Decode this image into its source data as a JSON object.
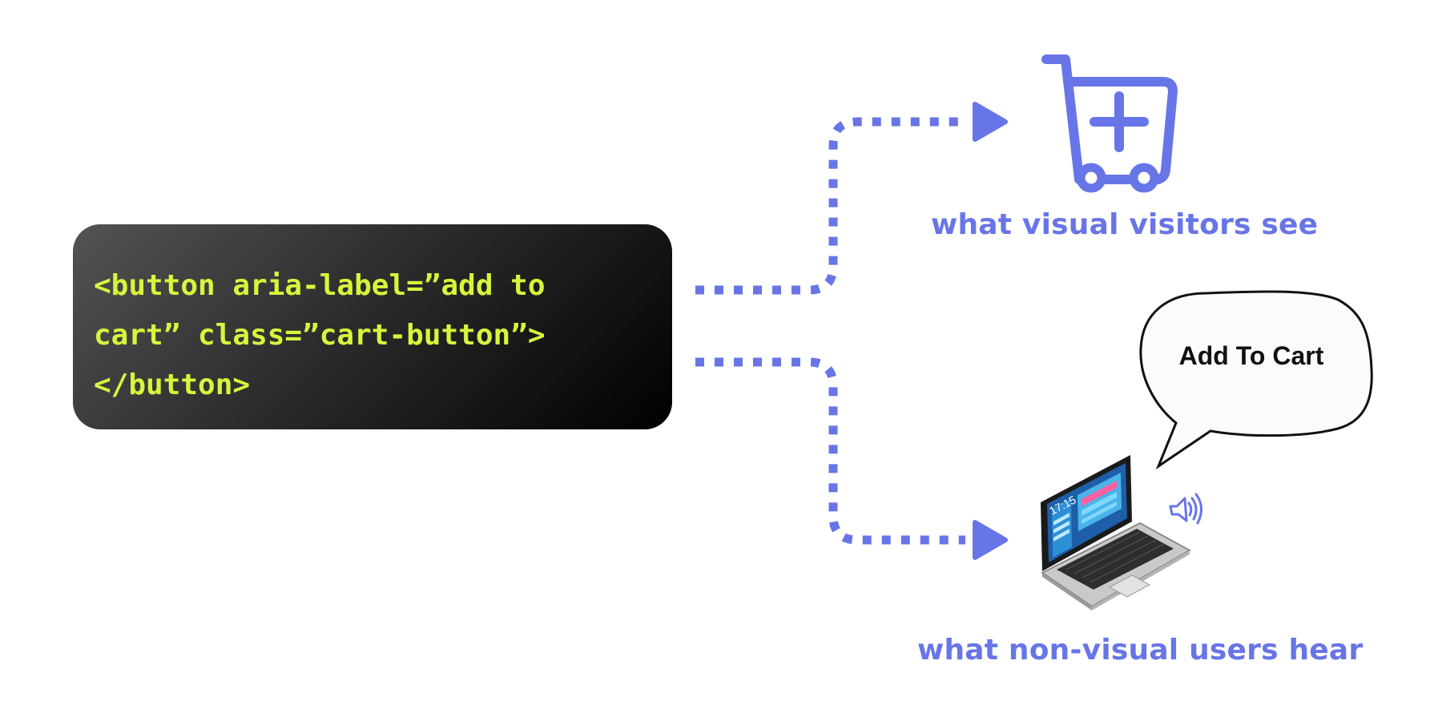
{
  "code": {
    "lines": [
      "<button aria-label=”add to",
      "cart” class=”cart-button”>",
      "</button>"
    ]
  },
  "labels": {
    "visual": "what visual visitors see",
    "nonvisual": "what non-visual users hear"
  },
  "speech_bubble": {
    "text": "Add To Cart"
  },
  "laptop": {
    "clock": "17:15"
  },
  "icons": {
    "cart": "add-to-cart-icon",
    "laptop": "laptop-icon",
    "speaker": "speaker-sound-icon",
    "bubble": "speech-bubble"
  },
  "colors": {
    "accent": "#6875e7",
    "code_text": "#d9f43c",
    "code_bg": "#000000"
  }
}
